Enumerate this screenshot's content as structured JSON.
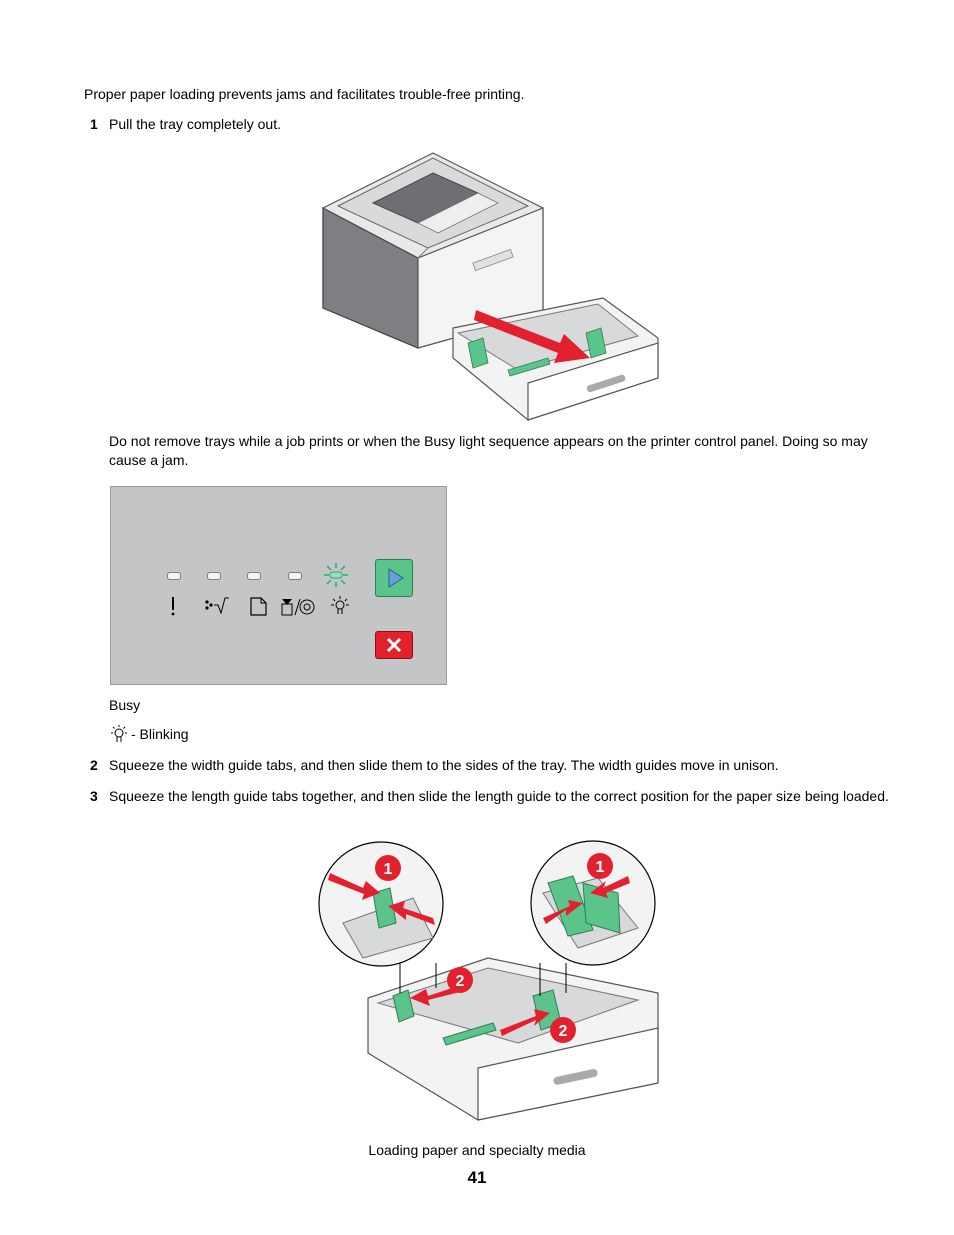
{
  "intro": "Proper paper loading prevents jams and facilitates trouble-free printing.",
  "steps": [
    {
      "number": "1",
      "text": "Pull the tray completely out."
    },
    {
      "number": "2",
      "text": "Squeeze the width guide tabs, and then slide them to the sides of the tray. The width guides move in unison."
    },
    {
      "number": "3",
      "text": "Squeeze the length guide tabs together, and then slide the length guide to the correct position for the paper size being loaded."
    }
  ],
  "warning": "Do not remove trays while a job prints or when the Busy light sequence appears on the printer control panel. Doing so may cause a jam.",
  "panel_caption": "Busy",
  "legend_text": "- Blinking",
  "callouts": [
    "1",
    "1",
    "2",
    "2"
  ],
  "footer": {
    "section": "Loading paper and specialty media",
    "page": "41"
  },
  "colors": {
    "green": "#5bc48a",
    "red": "#e3202e",
    "panel": "#c4c5c6"
  }
}
